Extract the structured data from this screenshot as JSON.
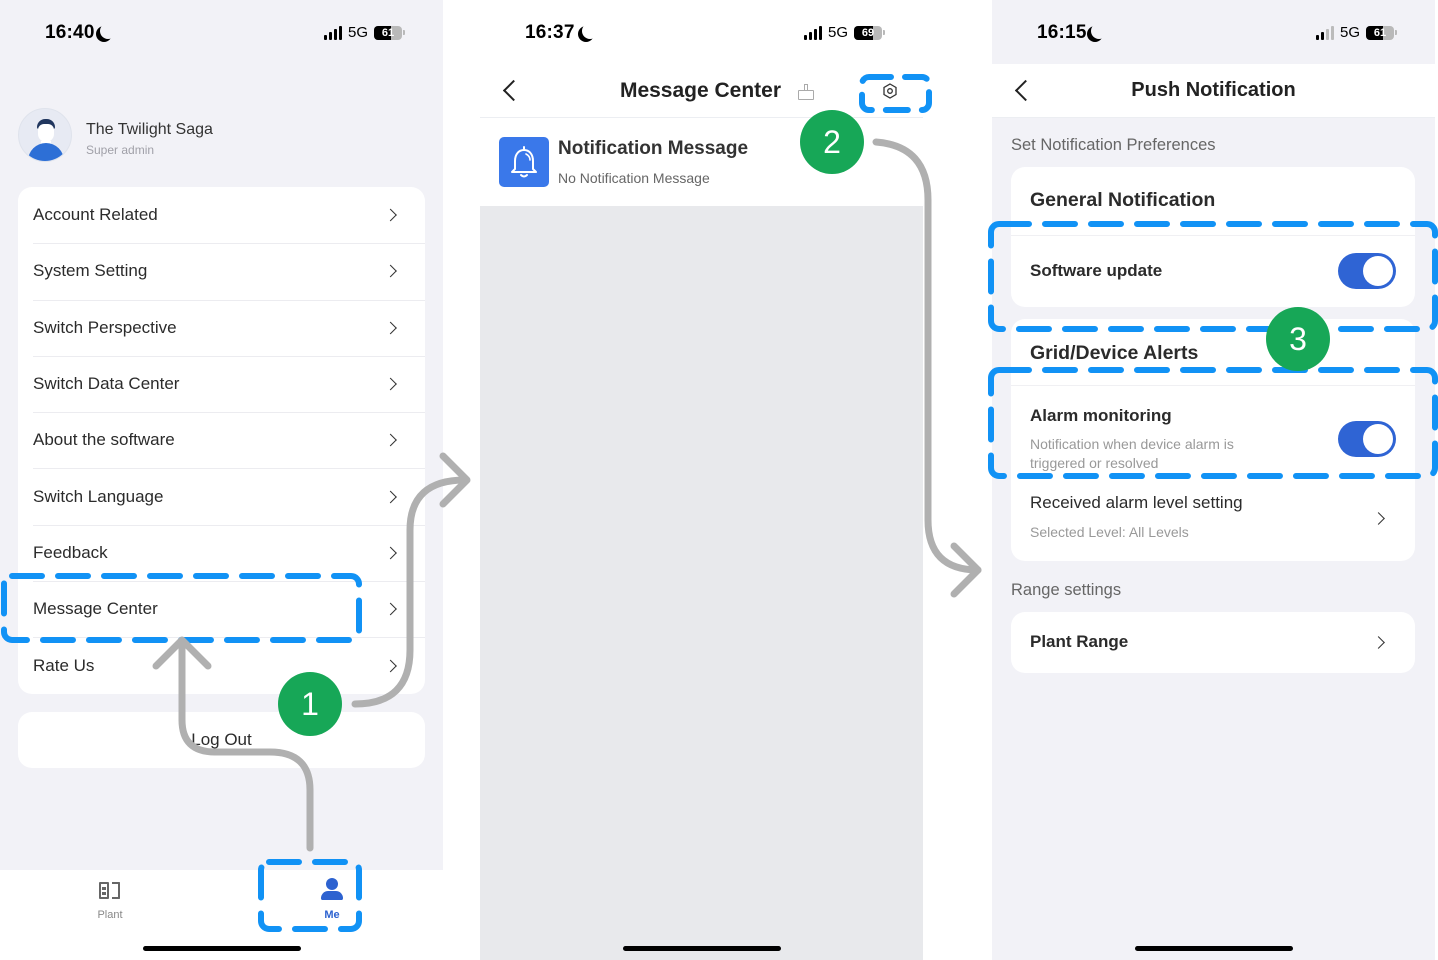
{
  "colors": {
    "accent_blue": "#2f64d4",
    "annotation_blue": "#1192f5",
    "annotation_green": "#17a757",
    "arrow_grey": "#b0b0b0",
    "bell_bg": "#3a78ea"
  },
  "screens": [
    {
      "status": {
        "time": "16:40",
        "network": "5G",
        "battery": "61",
        "battery_level": 0.61
      },
      "profile": {
        "name": "The Twilight Saga",
        "role": "Super admin"
      },
      "menu": [
        {
          "label": "Account Related"
        },
        {
          "label": "System Setting"
        },
        {
          "label": "Switch Perspective"
        },
        {
          "label": "Switch Data Center"
        },
        {
          "label": "About the software"
        },
        {
          "label": "Switch Language"
        },
        {
          "label": "Feedback"
        },
        {
          "label": "Message Center"
        },
        {
          "label": "Rate Us"
        }
      ],
      "logout_label": "Log Out",
      "tabs": [
        {
          "label": "Plant",
          "icon": "plant-icon",
          "active": false
        },
        {
          "label": "Me",
          "icon": "person-icon",
          "active": true
        }
      ]
    },
    {
      "status": {
        "time": "16:37",
        "network": "5G",
        "battery": "69",
        "battery_level": 0.69
      },
      "title": "Message Center",
      "notification": {
        "title": "Notification Message",
        "subtitle": "No Notification Message",
        "icon": "bell-icon"
      }
    },
    {
      "status": {
        "time": "16:15",
        "network": "5G",
        "battery": "61",
        "battery_level": 0.61
      },
      "title": "Push Notification",
      "preferences_label": "Set Notification Preferences",
      "general": {
        "heading": "General Notification",
        "software_update": {
          "label": "Software update",
          "enabled": true
        }
      },
      "alerts": {
        "heading": "Grid/Device Alerts",
        "alarm_monitoring": {
          "label": "Alarm monitoring",
          "description": "Notification when device alarm is triggered or resolved",
          "enabled": true
        },
        "alarm_level": {
          "label": "Received alarm level setting",
          "value": "Selected Level: All Levels"
        }
      },
      "range_label": "Range settings",
      "plant_range": {
        "label": "Plant Range"
      }
    }
  ],
  "annotations": {
    "steps": [
      "1",
      "2",
      "3"
    ]
  }
}
